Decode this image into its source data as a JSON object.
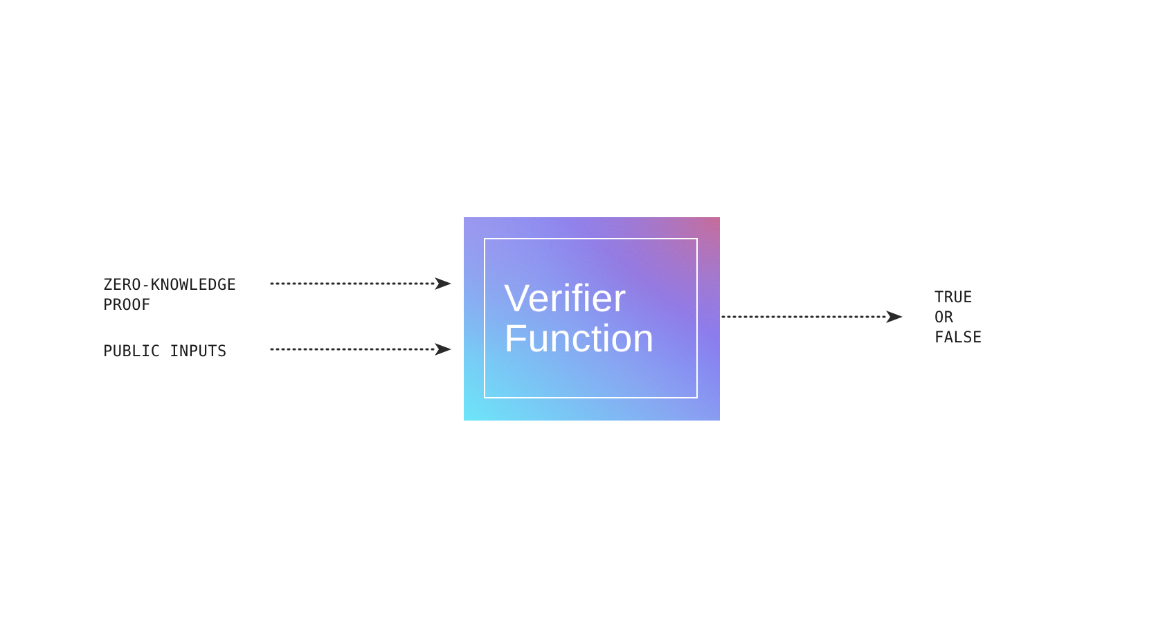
{
  "inputs": {
    "proof_line1": "ZERO-KNOWLEDGE",
    "proof_line2": "PROOF",
    "public": "PUBLIC INPUTS"
  },
  "verifier": {
    "line1": "Verifier",
    "line2": "Function"
  },
  "output": {
    "line1": "TRUE",
    "line2": "OR",
    "line3": "FALSE"
  },
  "colors": {
    "gradient_cyan": "#5ee3f7",
    "gradient_indigo": "#7b6ff0",
    "gradient_blue": "#8a7ee8",
    "gradient_magenta": "#c45c8a",
    "arrow": "#2a2a2a",
    "text": "#1a1a1a"
  }
}
